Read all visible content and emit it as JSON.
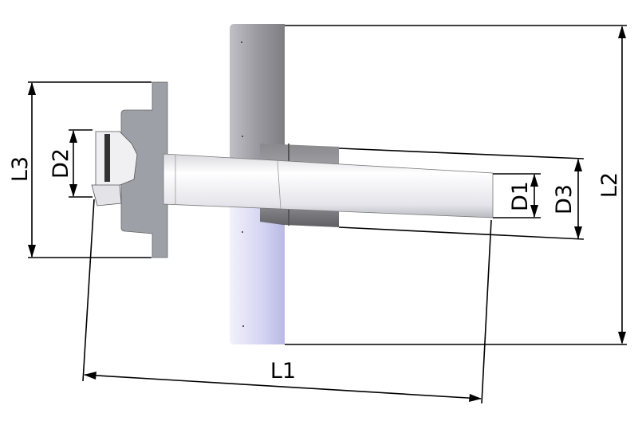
{
  "labels": {
    "L1": "L1",
    "L2": "L2",
    "L3": "L3",
    "D1": "D1",
    "D2": "D2",
    "D3": "D3"
  },
  "colors": {
    "wall_upper": "#9a9aa0",
    "wall_lower": "#d4d4f4",
    "flange": "#9da0a6",
    "pipe": "#e8e8ee",
    "sleeve": "#707074"
  }
}
